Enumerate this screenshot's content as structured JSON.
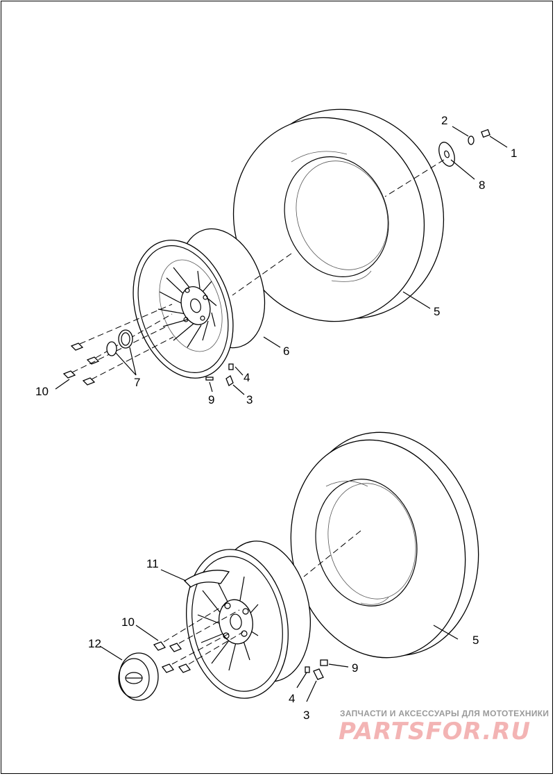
{
  "callouts": {
    "top": {
      "c1": "1",
      "c2": "2",
      "c3": "3",
      "c4": "4",
      "c5": "5",
      "c6": "6",
      "c7": "7",
      "c8": "8",
      "c9": "9",
      "c10": "10"
    },
    "bottom": {
      "c3": "3",
      "c4": "4",
      "c5": "5",
      "c9": "9",
      "c10": "10",
      "c11": "11",
      "c12": "12"
    }
  },
  "watermark": {
    "caption": "ЗАПЧАСТИ И АКСЕССУАРЫ ДЛЯ МОТОТЕХНИКИ",
    "logo": "PARTSFOR.RU"
  },
  "colors": {
    "line": "#000000",
    "watermark_logo": "#f3b4b4",
    "watermark_caption": "#9a9a9a"
  }
}
